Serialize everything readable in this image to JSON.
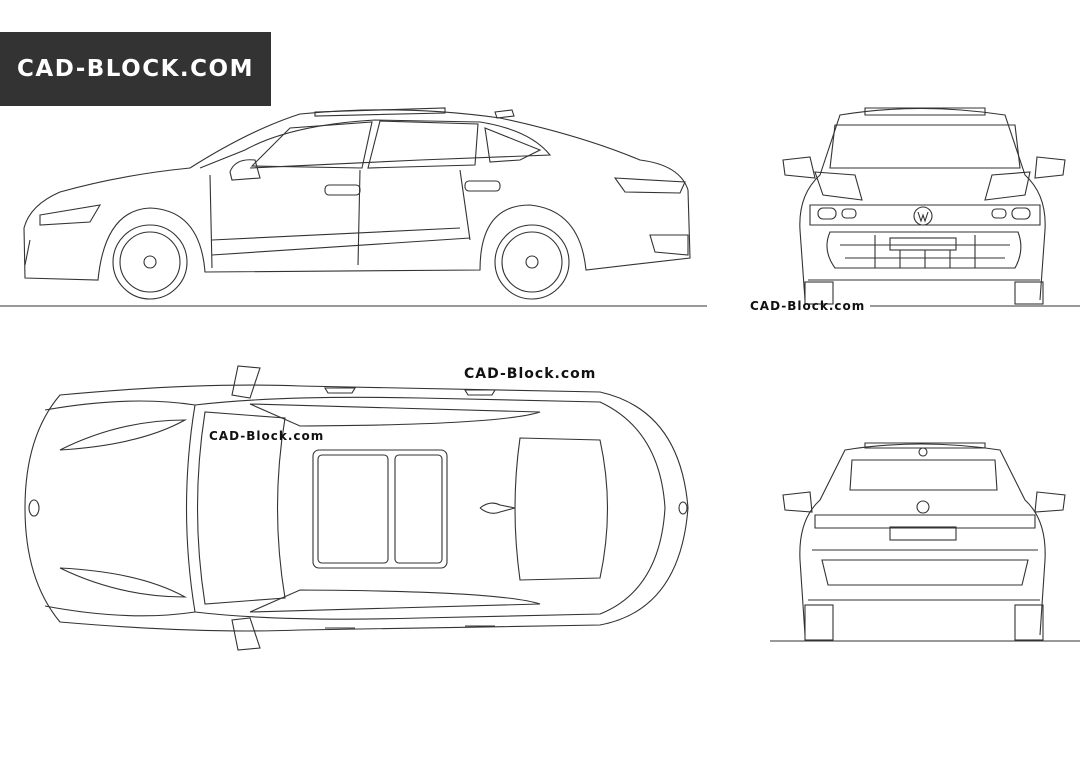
{
  "watermarks": {
    "banner": "CAD-Block.com",
    "front_view_label": "CAD-Block.com",
    "top_view_label_outer": "CAD-Block.com",
    "top_view_label_inner": "CAD-Block.com"
  },
  "views": [
    "side-view",
    "front-view",
    "top-view",
    "rear-view"
  ],
  "colors": {
    "banner_bg": "#333333",
    "banner_text": "#ffffff",
    "line": "#333333"
  }
}
